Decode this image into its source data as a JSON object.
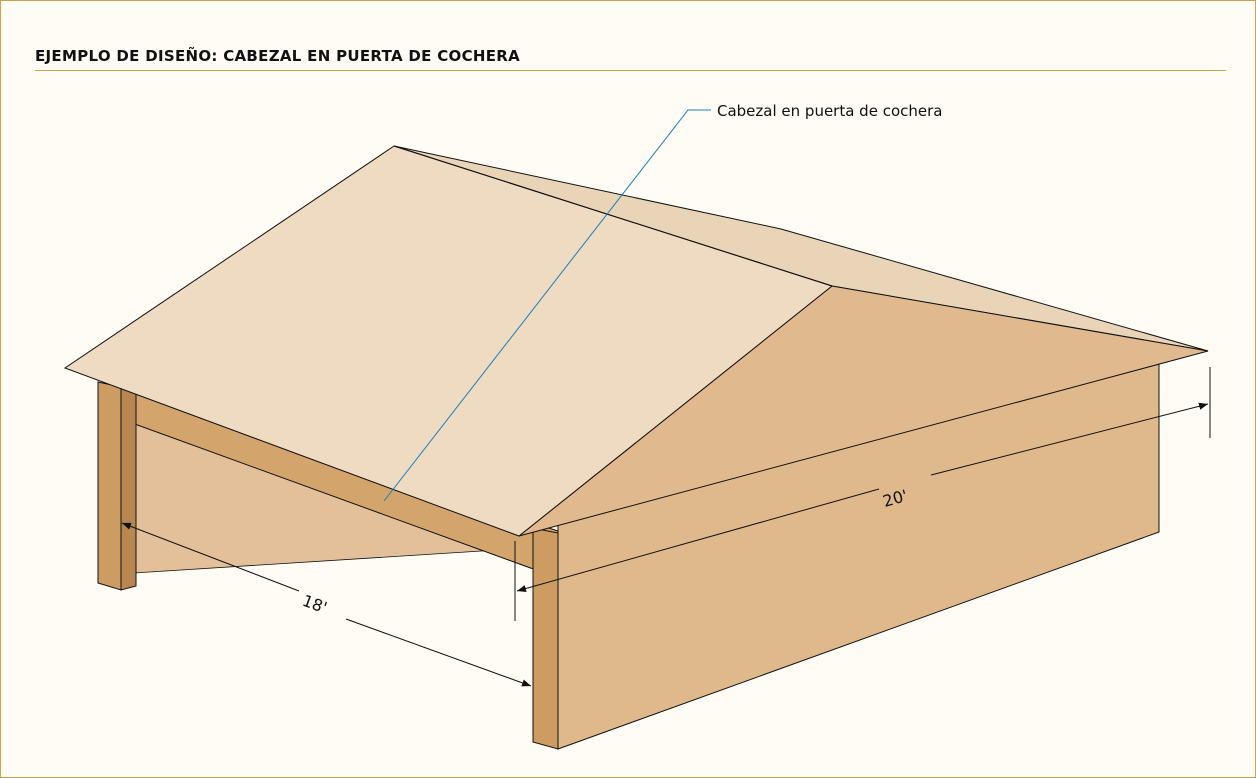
{
  "header": {
    "title": "EJEMPLO DE DISEÑO: CABEZAL EN PUERTA DE COCHERA"
  },
  "diagram": {
    "callout_label": "Cabezal en puerta de cochera",
    "dimension_width": "18'",
    "dimension_depth": "20'"
  },
  "colors": {
    "background": "#fffcf5",
    "border": "#c9a24a",
    "roof_front": "#efdac2",
    "roof_back": "#e9d4b8",
    "wall_side": "#dfb98c",
    "wall_inner": "#e3c09a",
    "header_beam": "#d3a46c",
    "post": "#cc9c62",
    "callout_line": "#1a7fb6",
    "outline": "#111111"
  }
}
